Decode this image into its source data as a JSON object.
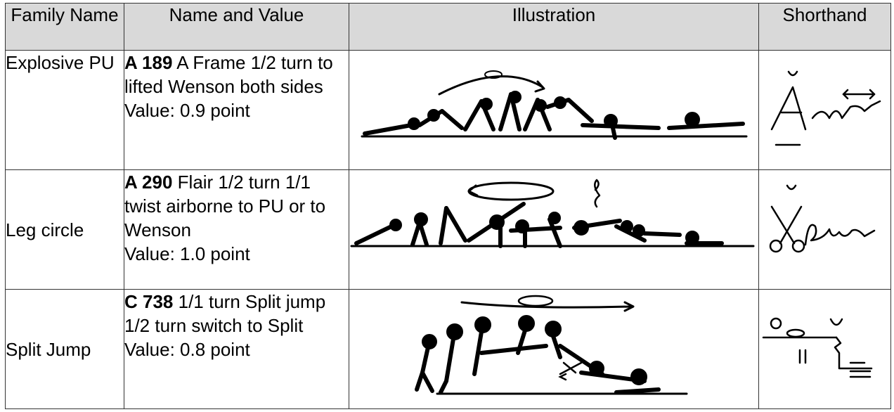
{
  "headers": {
    "family": "Family Name",
    "name_value": "Name and Value",
    "illustration": "Illustration",
    "shorthand": "Shorthand"
  },
  "rows": [
    {
      "family": "Explosive PU",
      "code": "A 189",
      "name": "A Frame 1/2 turn to lifted Wenson both sides",
      "value": "Value: 0.9 point"
    },
    {
      "family": "Leg circle",
      "code": "A 290",
      "name": "Flair 1/2 turn 1/1 twist airborne to PU or to Wenson",
      "value": "Value: 1.0 point"
    },
    {
      "family": "Split Jump",
      "code": "C 738",
      "name": "1/1 turn Split jump 1/2 turn switch to Split",
      "value": "Value: 0.8 point"
    }
  ]
}
